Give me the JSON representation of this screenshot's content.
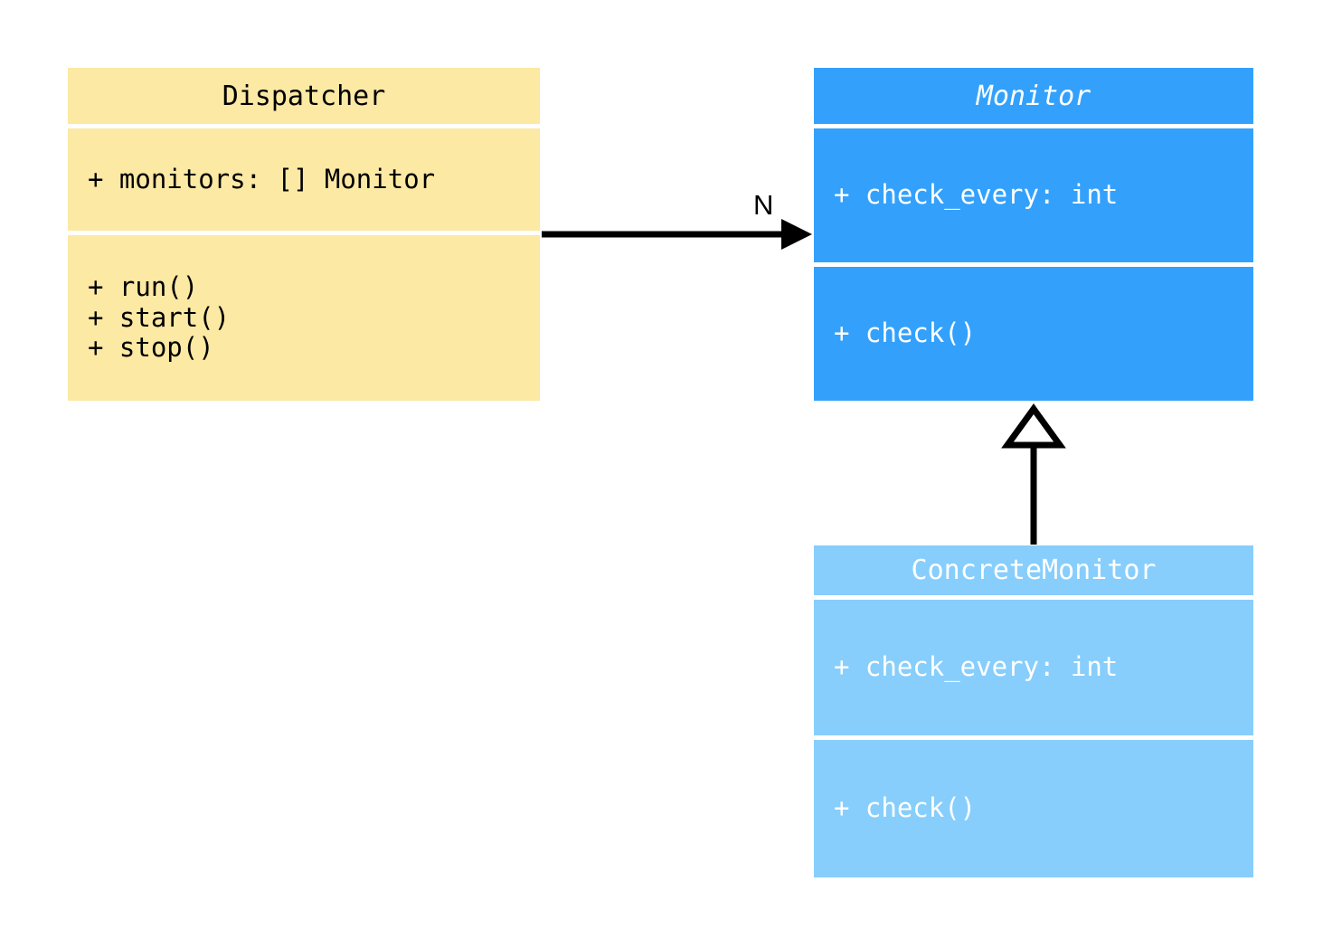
{
  "diagram": {
    "type": "uml-class-diagram",
    "background_color": "#ffffff",
    "classes": [
      {
        "id": "dispatcher",
        "name": "Dispatcher",
        "abstract": false,
        "fill_color": "#fce9a4",
        "text_color": "#000000",
        "attributes": [
          "+ monitors: [] Monitor"
        ],
        "methods": [
          "+ run()",
          "+ start()",
          "+ stop()"
        ]
      },
      {
        "id": "monitor",
        "name": "Monitor",
        "abstract": true,
        "fill_color": "#33a1fc",
        "text_color": "#ffffff",
        "attributes": [
          "+ check_every: int"
        ],
        "methods": [
          "+ check()"
        ]
      },
      {
        "id": "concrete_monitor",
        "name": "ConcreteMonitor",
        "abstract": false,
        "fill_color": "#87cefc",
        "text_color": "#ffffff",
        "attributes": [
          "+ check_every: int"
        ],
        "methods": [
          "+ check()"
        ]
      }
    ],
    "relationships": [
      {
        "id": "dispatcher-to-monitor",
        "kind": "association",
        "from": "Dispatcher",
        "to": "Monitor",
        "label": "N",
        "arrowhead": "filled-triangle",
        "line_color": "#000000"
      },
      {
        "id": "concrete-monitor-to-monitor",
        "kind": "generalization",
        "from": "ConcreteMonitor",
        "to": "Monitor",
        "label": "",
        "arrowhead": "hollow-triangle",
        "line_color": "#000000"
      }
    ]
  }
}
